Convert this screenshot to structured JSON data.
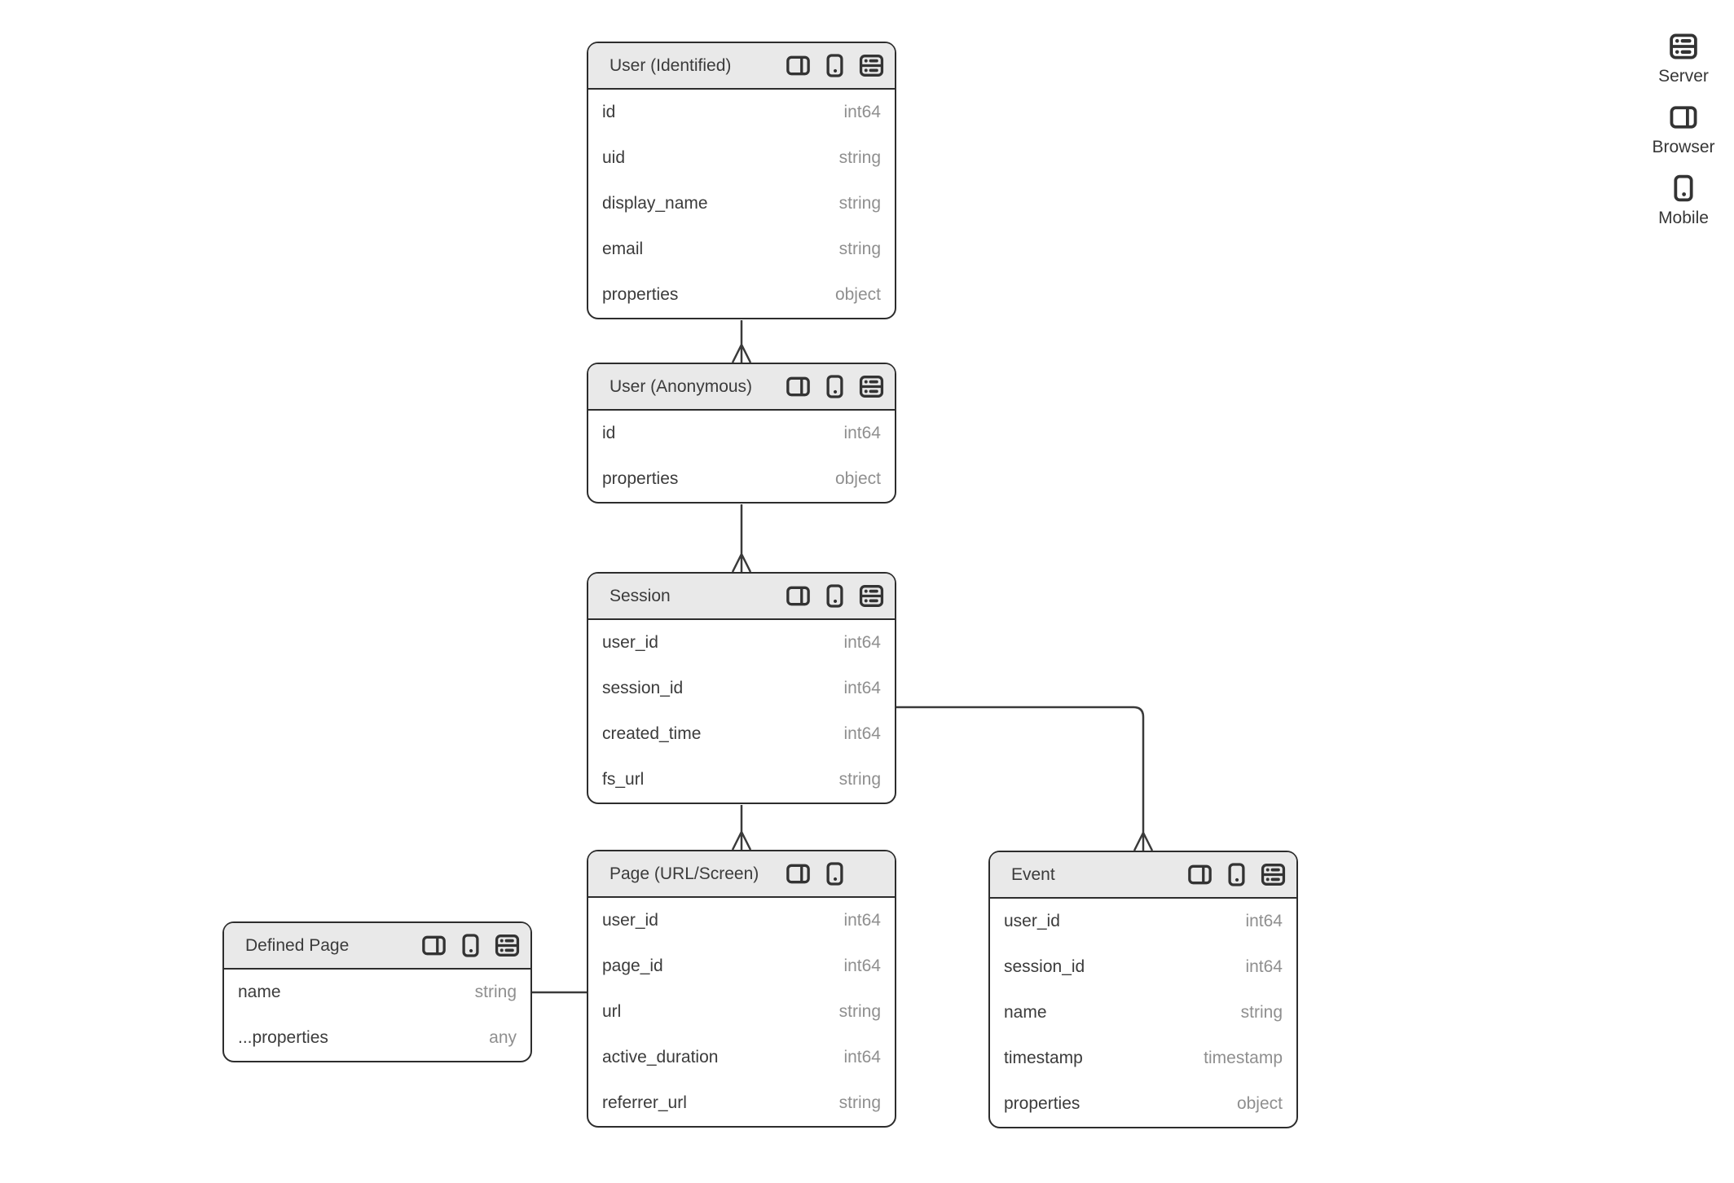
{
  "diagram": {
    "entities": [
      {
        "id": "user_identified",
        "title": "User (Identified)",
        "platforms": [
          "browser",
          "mobile",
          "server"
        ],
        "fields": [
          {
            "name": "id",
            "type": "int64"
          },
          {
            "name": "uid",
            "type": "string"
          },
          {
            "name": "display_name",
            "type": "string"
          },
          {
            "name": "email",
            "type": "string"
          },
          {
            "name": "properties",
            "type": "object"
          }
        ]
      },
      {
        "id": "user_anonymous",
        "title": "User (Anonymous)",
        "platforms": [
          "browser",
          "mobile",
          "server"
        ],
        "fields": [
          {
            "name": "id",
            "type": "int64"
          },
          {
            "name": "properties",
            "type": "object"
          }
        ]
      },
      {
        "id": "session",
        "title": "Session",
        "platforms": [
          "browser",
          "mobile",
          "server"
        ],
        "fields": [
          {
            "name": "user_id",
            "type": "int64"
          },
          {
            "name": "session_id",
            "type": "int64"
          },
          {
            "name": "created_time",
            "type": "int64"
          },
          {
            "name": "fs_url",
            "type": "string"
          }
        ]
      },
      {
        "id": "page",
        "title": "Page (URL/Screen)",
        "platforms": [
          "browser",
          "mobile"
        ],
        "fields": [
          {
            "name": "user_id",
            "type": "int64"
          },
          {
            "name": "page_id",
            "type": "int64"
          },
          {
            "name": "url",
            "type": "string"
          },
          {
            "name": "active_duration",
            "type": "int64"
          },
          {
            "name": "referrer_url",
            "type": "string"
          }
        ]
      },
      {
        "id": "event",
        "title": "Event",
        "platforms": [
          "browser",
          "mobile",
          "server"
        ],
        "fields": [
          {
            "name": "user_id",
            "type": "int64"
          },
          {
            "name": "session_id",
            "type": "int64"
          },
          {
            "name": "name",
            "type": "string"
          },
          {
            "name": "timestamp",
            "type": "timestamp"
          },
          {
            "name": "properties",
            "type": "object"
          }
        ]
      },
      {
        "id": "defined_page",
        "title": "Defined Page",
        "platforms": [
          "browser",
          "mobile",
          "server"
        ],
        "fields": [
          {
            "name": "name",
            "type": "string"
          },
          {
            "name": "...properties",
            "type": "any"
          }
        ]
      }
    ],
    "relationships": [
      {
        "from": "user_identified",
        "to": "user_anonymous",
        "marker": "crows-foot"
      },
      {
        "from": "user_anonymous",
        "to": "session",
        "marker": "crows-foot"
      },
      {
        "from": "session",
        "to": "page",
        "marker": "crows-foot"
      },
      {
        "from": "session",
        "to": "event",
        "marker": "crows-foot"
      },
      {
        "from": "defined_page",
        "to": "page",
        "marker": "none"
      }
    ],
    "legend": [
      {
        "icon": "server-icon",
        "label": "Server"
      },
      {
        "icon": "browser-icon",
        "label": "Browser"
      },
      {
        "icon": "mobile-icon",
        "label": "Mobile"
      }
    ],
    "colors": {
      "background": "#ffffff",
      "header_bg": "#e9e9e9",
      "border": "#2d2d2d",
      "field_text": "#3b3b3b",
      "type_text": "#8f8f8f",
      "wire": "#3a3a3a",
      "icon": "#333333"
    }
  }
}
